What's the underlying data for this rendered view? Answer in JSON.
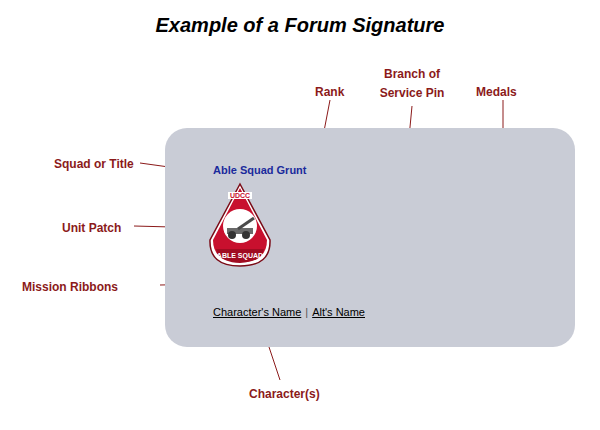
{
  "diagram": {
    "title": "Example of a Forum Signature",
    "nodes": [
      {
        "text": [
          "Able Squad Grunt",
          "Character's Name",
          "|",
          "Alt's Name"
        ]
      },
      {
        "text": [
          "UDCC",
          "ABLE SQUAD"
        ],
        "in": 0
      }
    ],
    "labels": [
      "Squad or Title",
      "Unit Patch",
      "Mission Ribbons",
      "Character(s)",
      "Rank",
      "Branch of Service Pin",
      "Medals"
    ]
  }
}
